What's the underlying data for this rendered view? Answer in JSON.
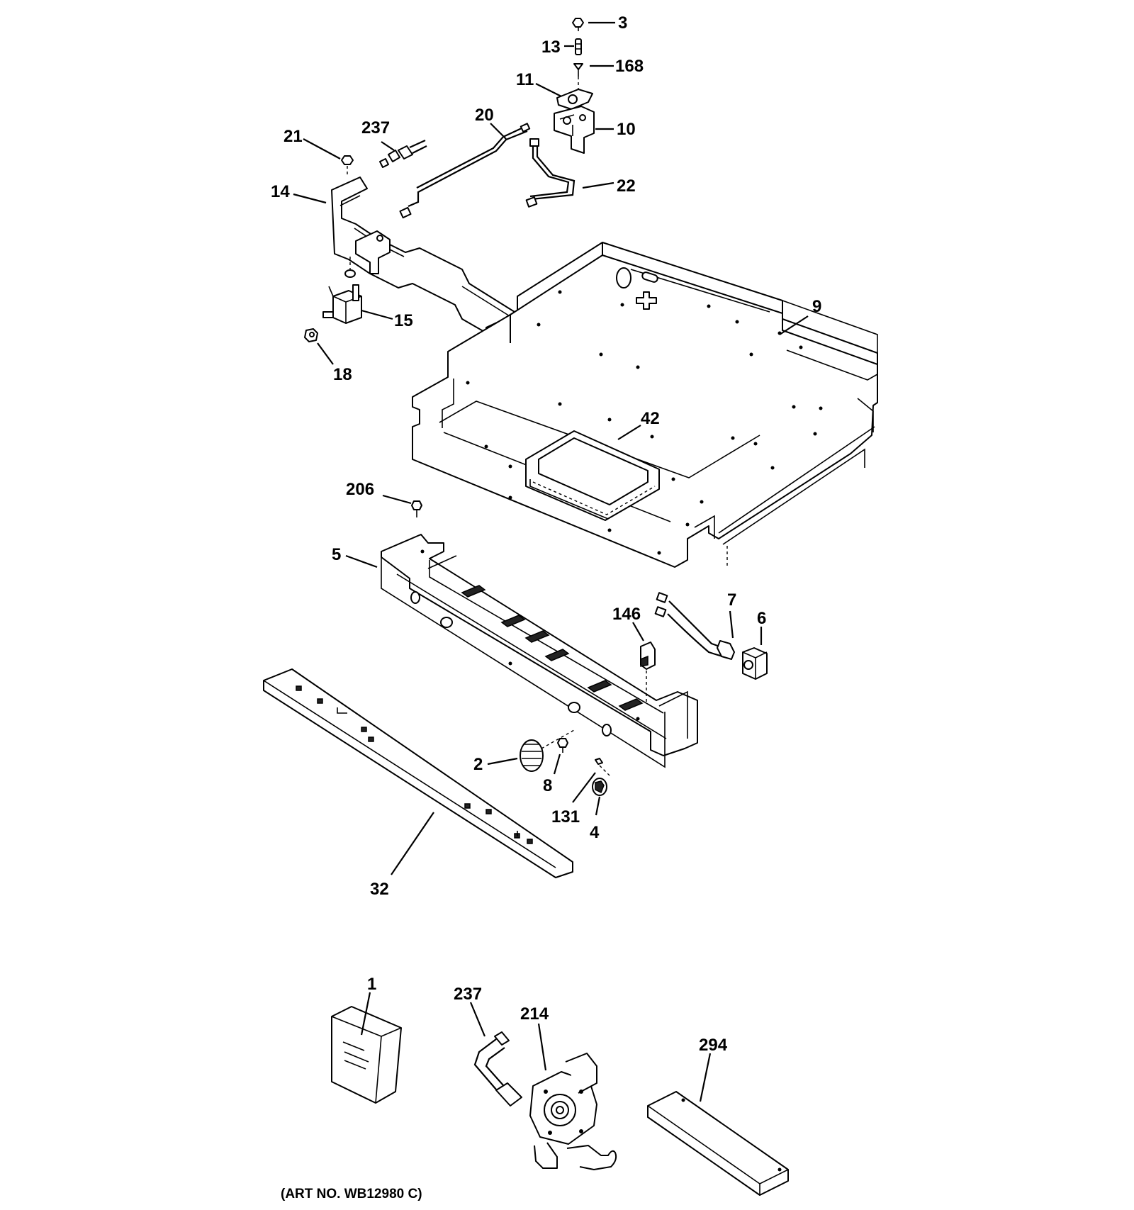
{
  "labels": {
    "p3": "3",
    "p13": "13",
    "p168": "168",
    "p11": "11",
    "p10": "10",
    "p20": "20",
    "p22": "22",
    "p21": "21",
    "p237a": "237",
    "p14": "14",
    "p15": "15",
    "p18": "18",
    "p9": "9",
    "p42": "42",
    "p206": "206",
    "p5": "5",
    "p7": "7",
    "p6": "6",
    "p146": "146",
    "p2": "2",
    "p8": "8",
    "p131": "131",
    "p4": "4",
    "p32": "32",
    "p1": "1",
    "p237b": "237",
    "p214": "214",
    "p294": "294"
  },
  "art_number": "(ART NO. WB12980 C)"
}
